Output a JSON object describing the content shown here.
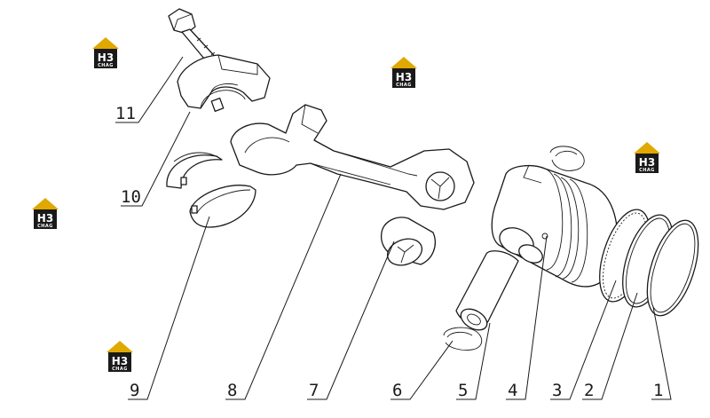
{
  "brand": {
    "logo_text": "H3",
    "logo_sub": "CHAG",
    "roof_color": "#e0a800",
    "base_color": "#1a1a1a"
  },
  "callouts": [
    "1",
    "2",
    "3",
    "4",
    "5",
    "6",
    "7",
    "8",
    "9",
    "10",
    "11"
  ],
  "parts": [
    {
      "name": "piston-ring-outer-icon"
    },
    {
      "name": "piston-ring-middle-icon"
    },
    {
      "name": "oil-control-ring-icon"
    },
    {
      "name": "piston-icon"
    },
    {
      "name": "piston-pin-icon"
    },
    {
      "name": "circlip-icon"
    },
    {
      "name": "small-end-bushing-icon"
    },
    {
      "name": "connecting-rod-icon"
    },
    {
      "name": "lower-bearing-shell-icon"
    },
    {
      "name": "rod-cap-icon"
    },
    {
      "name": "rod-bolt-icon"
    }
  ]
}
